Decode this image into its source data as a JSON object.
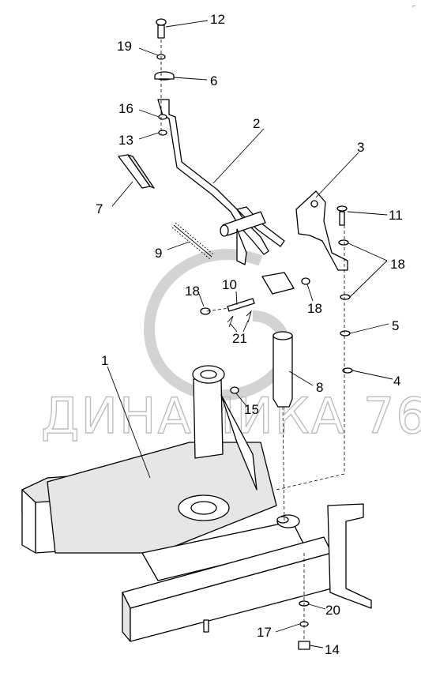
{
  "diagram": {
    "watermark_text": "ДИНАМИКА 76",
    "corner_mark": "⌐",
    "labels": [
      {
        "id": "12",
        "text": "12"
      },
      {
        "id": "19",
        "text": "19"
      },
      {
        "id": "6",
        "text": "6"
      },
      {
        "id": "16",
        "text": "16"
      },
      {
        "id": "2",
        "text": "2"
      },
      {
        "id": "13",
        "text": "13"
      },
      {
        "id": "3",
        "text": "3"
      },
      {
        "id": "7",
        "text": "7"
      },
      {
        "id": "11",
        "text": "11"
      },
      {
        "id": "9",
        "text": "9"
      },
      {
        "id": "18a",
        "text": "18"
      },
      {
        "id": "10",
        "text": "10"
      },
      {
        "id": "18b",
        "text": "18"
      },
      {
        "id": "18c",
        "text": "18"
      },
      {
        "id": "5",
        "text": "5"
      },
      {
        "id": "21",
        "text": "21"
      },
      {
        "id": "1",
        "text": "1"
      },
      {
        "id": "4",
        "text": "4"
      },
      {
        "id": "8",
        "text": "8"
      },
      {
        "id": "15",
        "text": "15"
      },
      {
        "id": "20",
        "text": "20"
      },
      {
        "id": "17",
        "text": "17"
      },
      {
        "id": "14",
        "text": "14"
      }
    ]
  }
}
